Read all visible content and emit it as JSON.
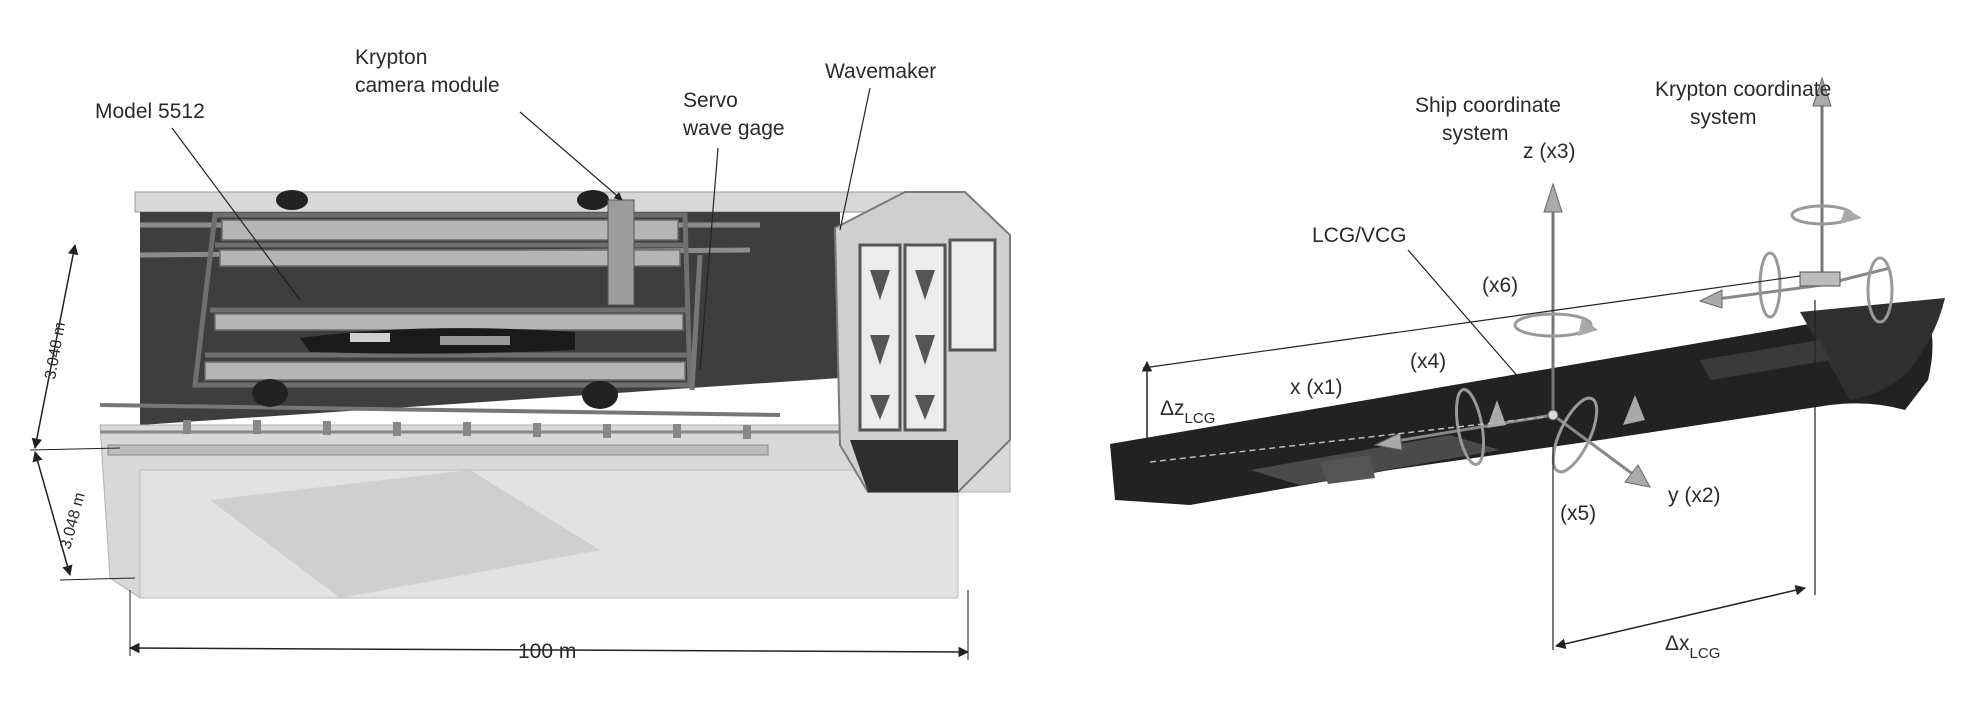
{
  "left_panel": {
    "labels": {
      "krypton_line1": "Krypton",
      "krypton_line2": "camera module",
      "model": "Model 5512",
      "servo_line1": "Servo",
      "servo_line2": "wave gage",
      "wavemaker": "Wavemaker",
      "dim_width": "3.048 m",
      "dim_depth": "3.048 m",
      "dim_length": "100 m"
    }
  },
  "right_panel": {
    "labels": {
      "ship_cs_line1": "Ship coordinate",
      "ship_cs_line2": "system",
      "krypton_cs_line1": "Krypton coordinate",
      "krypton_cs_line2": "system",
      "z_axis": "z (x3)",
      "lcg_vcg": "LCG/VCG",
      "x6": "(x6)",
      "x4": "(x4)",
      "x_axis": "x (x1)",
      "x5": "(x5)",
      "y_axis": "y (x2)",
      "dz_symbol": "Δz",
      "dz_sub": "LCG",
      "dx_symbol": "Δx",
      "dx_sub": "LCG"
    }
  },
  "colors": {
    "hull": "#1f1f1f",
    "water_dark": "#3a3a3a",
    "carriage": "#9a9a9a",
    "wall": "#cfcfcf",
    "arrow": "#a8a8a8"
  }
}
